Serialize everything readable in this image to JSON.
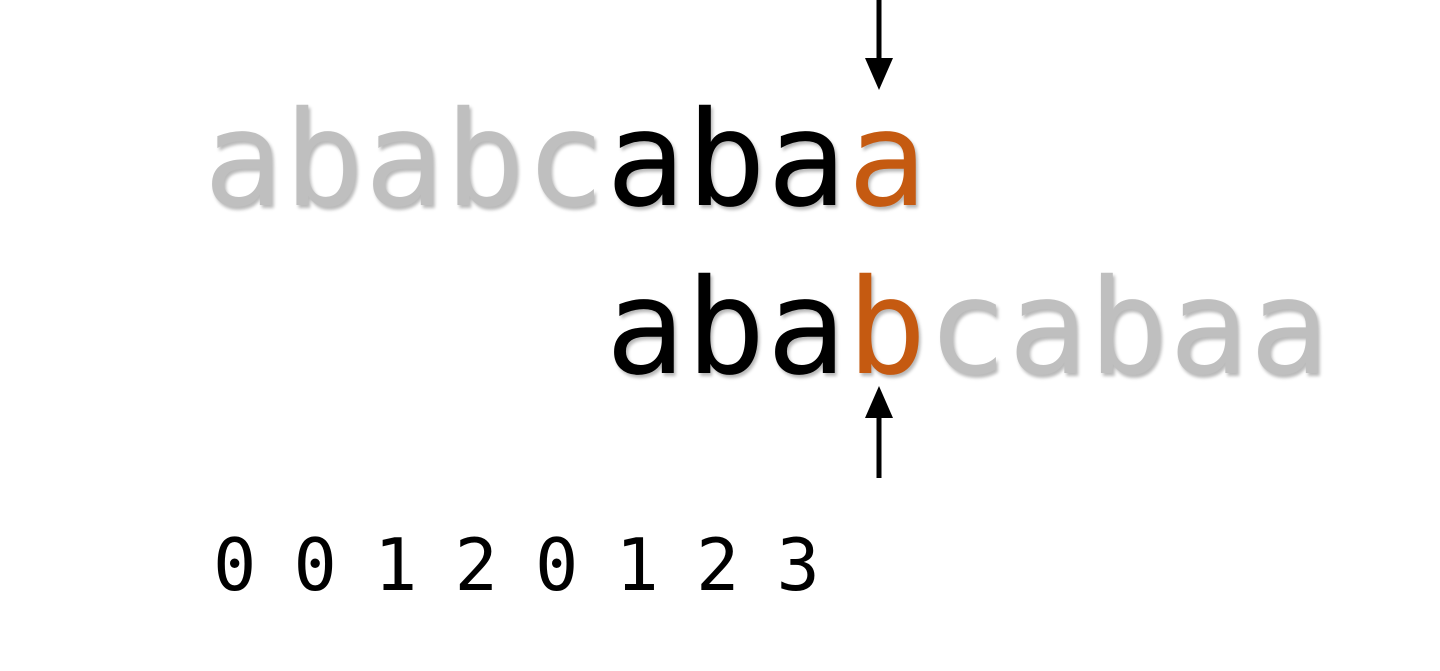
{
  "text_string": {
    "chars": [
      {
        "ch": "a",
        "state": "muted"
      },
      {
        "ch": "b",
        "state": "muted"
      },
      {
        "ch": "a",
        "state": "muted"
      },
      {
        "ch": "b",
        "state": "muted"
      },
      {
        "ch": "c",
        "state": "muted"
      },
      {
        "ch": "a",
        "state": "match"
      },
      {
        "ch": "b",
        "state": "match"
      },
      {
        "ch": "a",
        "state": "match"
      },
      {
        "ch": "a",
        "state": "hit"
      }
    ]
  },
  "pattern_string": {
    "chars": [
      {
        "ch": "a",
        "state": "match"
      },
      {
        "ch": "b",
        "state": "match"
      },
      {
        "ch": "a",
        "state": "match"
      },
      {
        "ch": "b",
        "state": "hit"
      },
      {
        "ch": "c",
        "state": "muted"
      },
      {
        "ch": "a",
        "state": "muted"
      },
      {
        "ch": "b",
        "state": "muted"
      },
      {
        "ch": "a",
        "state": "muted"
      },
      {
        "ch": "a",
        "state": "muted"
      }
    ]
  },
  "lps_values": [
    "0",
    "0",
    "1",
    "2",
    "0",
    "1",
    "2",
    "3"
  ],
  "colors": {
    "muted": "#bfbfbf",
    "match": "#000000",
    "hit": "#c55a11",
    "arrow": "#000000"
  },
  "icons": {
    "top_pointer": "down-arrow-icon",
    "bottom_pointer": "up-arrow-icon"
  }
}
